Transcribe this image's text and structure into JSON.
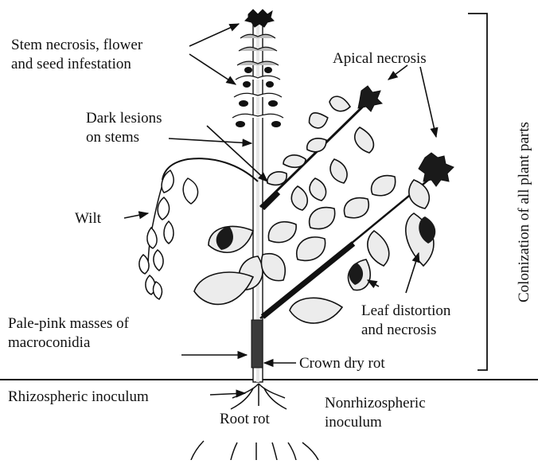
{
  "diagram": {
    "labels": {
      "stem_necrosis_line1": "Stem necrosis, flower",
      "stem_necrosis_line2": "and seed infestation",
      "apical_necrosis": "Apical necrosis",
      "dark_lesions_line1": "Dark lesions",
      "dark_lesions_line2": "on stems",
      "wilt": "Wilt",
      "pale_pink_line1": "Pale-pink  masses of",
      "pale_pink_line2": "macroconidia",
      "leaf_distortion_line1": "Leaf distortion",
      "leaf_distortion_line2": "and necrosis",
      "crown_dry_rot": "Crown dry rot",
      "rhizospheric": "Rhizospheric inoculum",
      "root_rot": "Root rot",
      "nonrhizospheric_line1": "Nonrhizospheric",
      "nonrhizospheric_line2": "inoculum",
      "colonization": "Colonization of all plant parts"
    },
    "colors": {
      "ink": "#111111",
      "leaf_fill": "#ececec",
      "necrosis": "#1a1a1a",
      "canker": "#3a3a3a"
    }
  }
}
